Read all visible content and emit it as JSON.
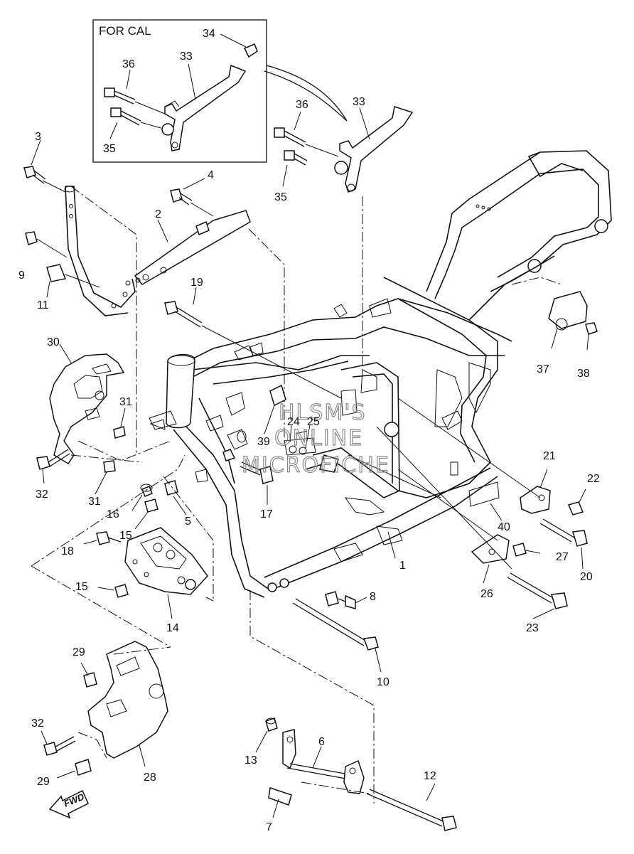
{
  "inset": {
    "title": "FOR CAL"
  },
  "watermark": [
    "HLSM'S",
    "ONLINE",
    "MICROFICHE"
  ],
  "fwd_label": "FWD",
  "labels": [
    {
      "id": "lbl-34",
      "text": "34"
    },
    {
      "id": "lbl-36-inset",
      "text": "36"
    },
    {
      "id": "lbl-33-inset",
      "text": "33"
    },
    {
      "id": "lbl-35-inset",
      "text": "35"
    },
    {
      "id": "lbl-36",
      "text": "36"
    },
    {
      "id": "lbl-33",
      "text": "33"
    },
    {
      "id": "lbl-35",
      "text": "35"
    },
    {
      "id": "lbl-3",
      "text": "3"
    },
    {
      "id": "lbl-4",
      "text": "4"
    },
    {
      "id": "lbl-2",
      "text": "2"
    },
    {
      "id": "lbl-9",
      "text": "9"
    },
    {
      "id": "lbl-11",
      "text": "11"
    },
    {
      "id": "lbl-19",
      "text": "19"
    },
    {
      "id": "lbl-30",
      "text": "30"
    },
    {
      "id": "lbl-31a",
      "text": "31"
    },
    {
      "id": "lbl-31b",
      "text": "31"
    },
    {
      "id": "lbl-32a",
      "text": "32"
    },
    {
      "id": "lbl-16",
      "text": "16"
    },
    {
      "id": "lbl-5",
      "text": "5"
    },
    {
      "id": "lbl-15a",
      "text": "15"
    },
    {
      "id": "lbl-18",
      "text": "18"
    },
    {
      "id": "lbl-15b",
      "text": "15"
    },
    {
      "id": "lbl-14",
      "text": "14"
    },
    {
      "id": "lbl-39",
      "text": "39"
    },
    {
      "id": "lbl-24",
      "text": "24"
    },
    {
      "id": "lbl-25",
      "text": "25"
    },
    {
      "id": "lbl-17",
      "text": "17"
    },
    {
      "id": "lbl-37",
      "text": "37"
    },
    {
      "id": "lbl-38",
      "text": "38"
    },
    {
      "id": "lbl-21",
      "text": "21"
    },
    {
      "id": "lbl-22",
      "text": "22"
    },
    {
      "id": "lbl-40",
      "text": "40"
    },
    {
      "id": "lbl-27",
      "text": "27"
    },
    {
      "id": "lbl-20",
      "text": "20"
    },
    {
      "id": "lbl-1",
      "text": "1"
    },
    {
      "id": "lbl-26",
      "text": "26"
    },
    {
      "id": "lbl-8",
      "text": "8"
    },
    {
      "id": "lbl-23",
      "text": "23"
    },
    {
      "id": "lbl-10",
      "text": "10"
    },
    {
      "id": "lbl-29a",
      "text": "29"
    },
    {
      "id": "lbl-32b",
      "text": "32"
    },
    {
      "id": "lbl-28",
      "text": "28"
    },
    {
      "id": "lbl-29b",
      "text": "29"
    },
    {
      "id": "lbl-13",
      "text": "13"
    },
    {
      "id": "lbl-6",
      "text": "6"
    },
    {
      "id": "lbl-12",
      "text": "12"
    },
    {
      "id": "lbl-7",
      "text": "7"
    }
  ]
}
